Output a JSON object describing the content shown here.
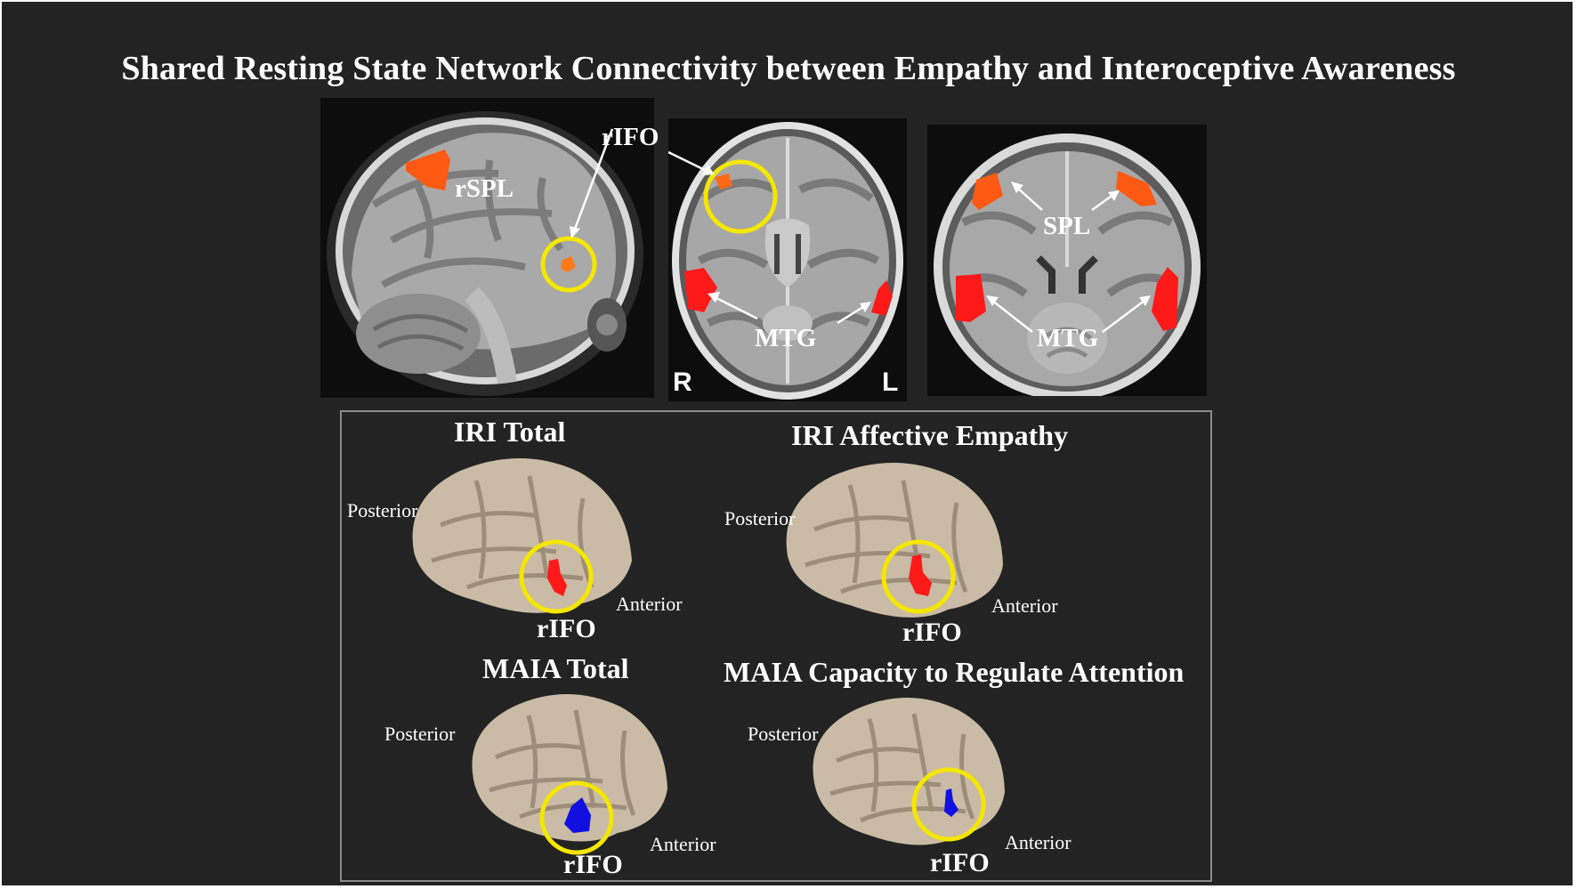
{
  "title": "Shared Resting State Network Connectivity between Empathy and Interoceptive Awareness",
  "top_views": {
    "sagittal": {
      "labels": {
        "rIFO": "rIFO",
        "rSPL": "rSPL"
      }
    },
    "axial": {
      "labels": {
        "MTG": "MTG",
        "R": "R",
        "L": "L"
      }
    },
    "coronal": {
      "labels": {
        "SPL": "SPL",
        "MTG": "MTG"
      }
    }
  },
  "surface_panels": [
    {
      "title": "IRI Total",
      "posterior": "Posterior",
      "anterior": "Anterior",
      "roi": "rIFO",
      "cluster_color": "#ff1a1a"
    },
    {
      "title": "IRI Affective Empathy",
      "posterior": "Posterior",
      "anterior": "Anterior",
      "roi": "rIFO",
      "cluster_color": "#ff1a1a"
    },
    {
      "title": "MAIA Total",
      "posterior": "Posterior",
      "anterior": "Anterior",
      "roi": "rIFO",
      "cluster_color": "#1010e0"
    },
    {
      "title": "MAIA Capacity to Regulate Attention",
      "posterior": "Posterior",
      "anterior": "Anterior",
      "roi": "rIFO",
      "cluster_color": "#1010e0"
    }
  ],
  "colors": {
    "background": "#232323",
    "highlight_circle": "#f5e600",
    "activation_orange": "#ff5a14",
    "activation_red": "#ff1a1a",
    "activation_blue": "#1010e0"
  }
}
